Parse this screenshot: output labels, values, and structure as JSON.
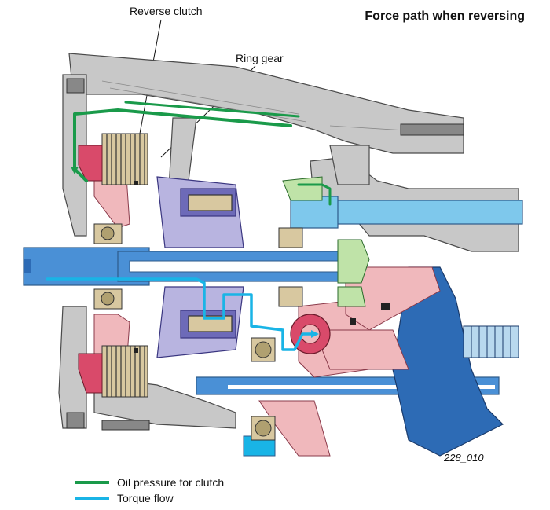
{
  "title": "Force path when reversing",
  "callouts": {
    "reverse_clutch": "Reverse clutch",
    "ring_gear": "Ring gear"
  },
  "figure_id": "228_010",
  "legend": [
    {
      "label": "Oil pressure for clutch",
      "color": "#1a9a4a"
    },
    {
      "label": "Torque flow",
      "color": "#19b4e6"
    }
  ],
  "colors": {
    "housing": "#c8c8c8",
    "housing_stroke": "#4a4a4a",
    "shaft_blue": "#4a90d6",
    "shaft_light": "#7ec8ec",
    "dark_blue": "#2d6bb5",
    "clutch_red": "#d94a6a",
    "pink": "#f0b8bc",
    "purple": "#6d6ab8",
    "lavender": "#b8b4e0",
    "bearing": "#d8c8a0",
    "green_light": "#bfe3a8",
    "oil_green": "#1a9a4a",
    "torque_cyan": "#19b4e6",
    "orange": "#e87a2a"
  }
}
